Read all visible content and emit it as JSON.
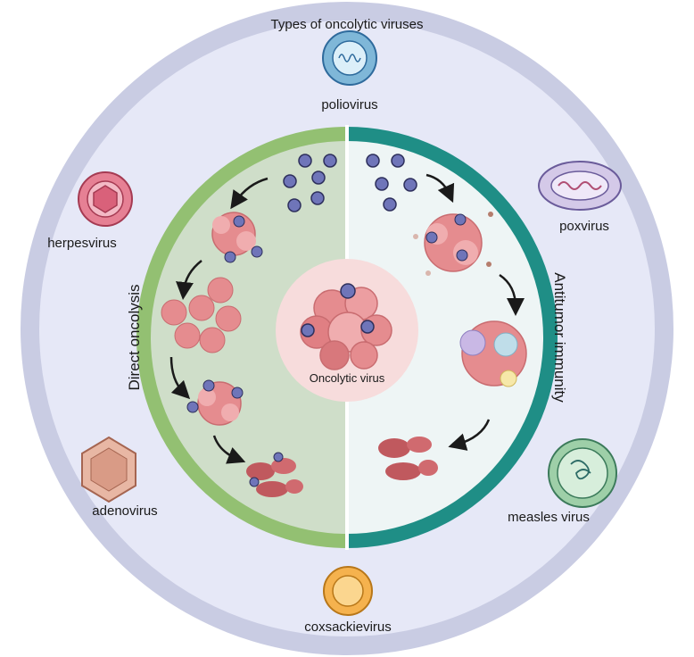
{
  "title": "Types of oncolytic viruses",
  "virus_types": [
    {
      "id": "poliovirus",
      "label": "poliovirus",
      "icon": "poliovirus-icon"
    },
    {
      "id": "herpesvirus",
      "label": "herpesvirus",
      "icon": "herpesvirus-icon"
    },
    {
      "id": "poxvirus",
      "label": "poxvirus",
      "icon": "poxvirus-icon"
    },
    {
      "id": "adenovirus",
      "label": "adenovirus",
      "icon": "adenovirus-icon"
    },
    {
      "id": "measles",
      "label": "measles virus",
      "icon": "measles-virus-icon"
    },
    {
      "id": "coxsackievirus",
      "label": "coxsackievirus",
      "icon": "coxsackievirus-icon"
    }
  ],
  "mechanisms": {
    "left": "Direct oncolysis",
    "right": "Antitumor immunity"
  },
  "center_label": "Oncolytic virus",
  "colors": {
    "outer_ring": "#c9cce3",
    "outer_fill": "#e6e8f7",
    "left_arc": "#93c072",
    "left_fill": "#cfdec9",
    "right_arc": "#1f8e86",
    "right_fill": "#eef5f5",
    "center_circle": "#f7dcdc",
    "tumor": "#e58c8f",
    "virus": "#6f75b9"
  }
}
